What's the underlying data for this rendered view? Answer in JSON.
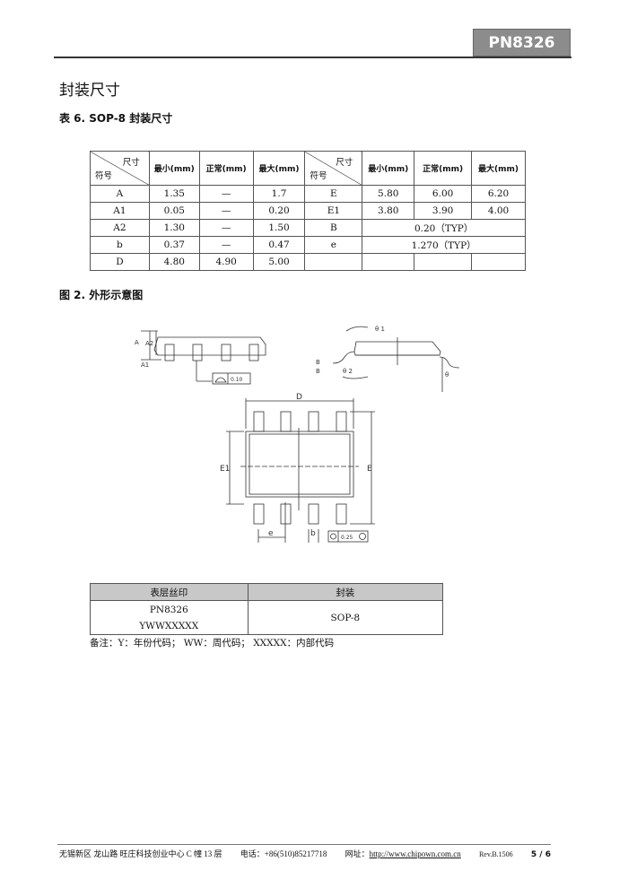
{
  "header": {
    "part_number": "PN8326"
  },
  "section_title": "封装尺寸",
  "table_caption": "表 6.   SOP-8 封装尺寸",
  "dim_table": {
    "corner_top": "尺寸",
    "corner_bottom": "符号",
    "columns": [
      "最小(mm)",
      "正常(mm)",
      "最大(mm)"
    ],
    "left_rows": [
      [
        "A",
        "1.35",
        "—",
        "1.7"
      ],
      [
        "A1",
        "0.05",
        "—",
        "0.20"
      ],
      [
        "A2",
        "1.30",
        "—",
        "1.50"
      ],
      [
        "b",
        "0.37",
        "—",
        "0.47"
      ],
      [
        "D",
        "4.80",
        "4.90",
        "5.00"
      ]
    ],
    "right_rows": [
      [
        "E",
        "5.80",
        "6.00",
        "6.20"
      ],
      [
        "E1",
        "3.80",
        "3.90",
        "4.00"
      ],
      [
        "B",
        "0.20（TYP）"
      ],
      [
        "e",
        "1.270（TYP）"
      ]
    ]
  },
  "figure_caption": "图 2.  外形示意图",
  "drawing_labels": {
    "A": "A",
    "A2": "A2",
    "A1": "A1",
    "flatness": "0.10",
    "theta1": "θ 1",
    "theta2": "θ 2",
    "theta": "θ",
    "B1": "B",
    "B2": "B",
    "D": "D",
    "E1": "E1",
    "E": "E",
    "e": "e",
    "b": "b",
    "position_tol": "0.25"
  },
  "marking_table": {
    "headers": [
      "表层丝印",
      "封装"
    ],
    "marking_lines": [
      "PN8326",
      "YWWXXXXX"
    ],
    "package": "SOP-8"
  },
  "note": "备注：Y：年份代码；  WW：周代码；  XXXXX：内部代码",
  "footer": {
    "address": "无锡新区  龙山路  旺庄科技创业中心 C 幢 13 层",
    "phone": "电话：+86(510)85217718",
    "web_label": "网址：",
    "web_url": "http://www.chipown.com.cn",
    "rev": "Rev.B.1506",
    "page": "5 / 6"
  }
}
